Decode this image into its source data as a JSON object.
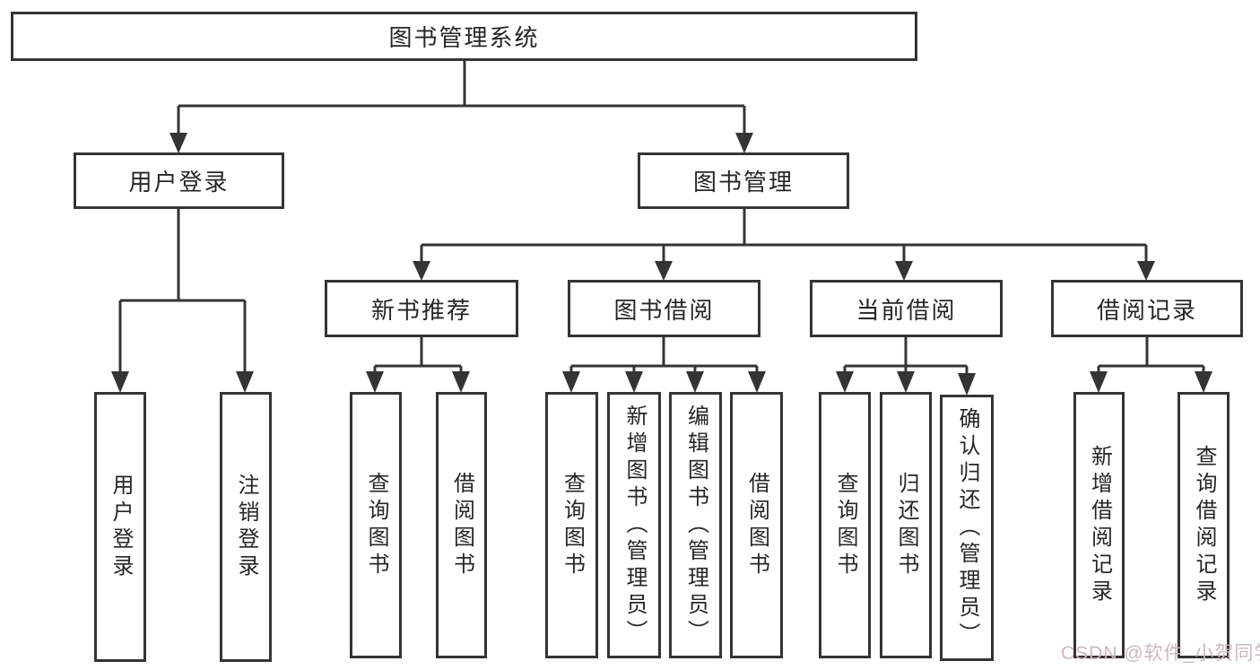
{
  "tree": {
    "title": "图书管理系统",
    "branches": [
      {
        "label": "用户登录",
        "leaves": [
          {
            "label": "用户登录"
          },
          {
            "label": "注销登录"
          }
        ]
      },
      {
        "label": "图书管理",
        "groups": [
          {
            "label": "新书推荐",
            "leaves": [
              {
                "label": "查询图书"
              },
              {
                "label": "借阅图书"
              }
            ]
          },
          {
            "label": "图书借阅",
            "leaves": [
              {
                "label": "查询图书"
              },
              {
                "label": "新增图书（管理员）"
              },
              {
                "label": "编辑图书（管理员）"
              },
              {
                "label": "借阅图书"
              }
            ]
          },
          {
            "label": "当前借阅",
            "leaves": [
              {
                "label": "查询图书"
              },
              {
                "label": "归还图书"
              },
              {
                "label": "确认归还（管理员）"
              }
            ]
          },
          {
            "label": "借阅记录",
            "leaves": [
              {
                "label": "新增借阅记录"
              },
              {
                "label": "查询借阅记录"
              }
            ]
          }
        ]
      }
    ]
  },
  "watermark": {
    "text": "CSDN @软件_小贺同学"
  },
  "colors": {
    "line": "#343434",
    "border": "#343434",
    "text": "#262626",
    "watermark": "#c9b9bb",
    "background": "#ffffff"
  }
}
